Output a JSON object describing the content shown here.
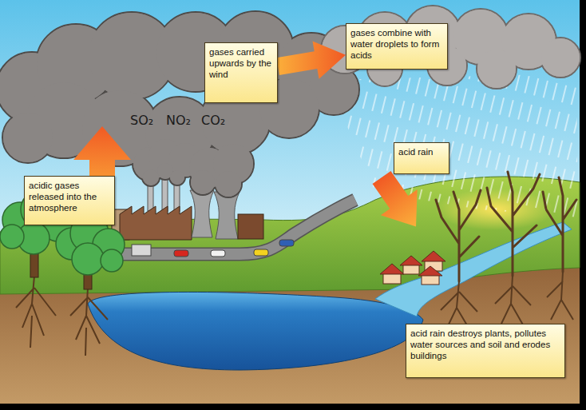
{
  "diagram": {
    "nodes": [
      {
        "text": [
          "gases combine with water droplets to form acids"
        ]
      },
      {
        "text": [
          "gases carried upwards by the wind"
        ]
      },
      {
        "text": [
          "acid rain"
        ]
      },
      {
        "text": [
          "acidic gases released into the atmosphere"
        ]
      },
      {
        "text": [
          "acid rain destroys plants, pollutes water sources and soil and erodes buildings"
        ]
      }
    ],
    "edges": [
      {
        "from": 1,
        "to": 0,
        "arrow": "to"
      }
    ],
    "labels": [
      "SO₂",
      "NO₂",
      "CO₂"
    ]
  }
}
